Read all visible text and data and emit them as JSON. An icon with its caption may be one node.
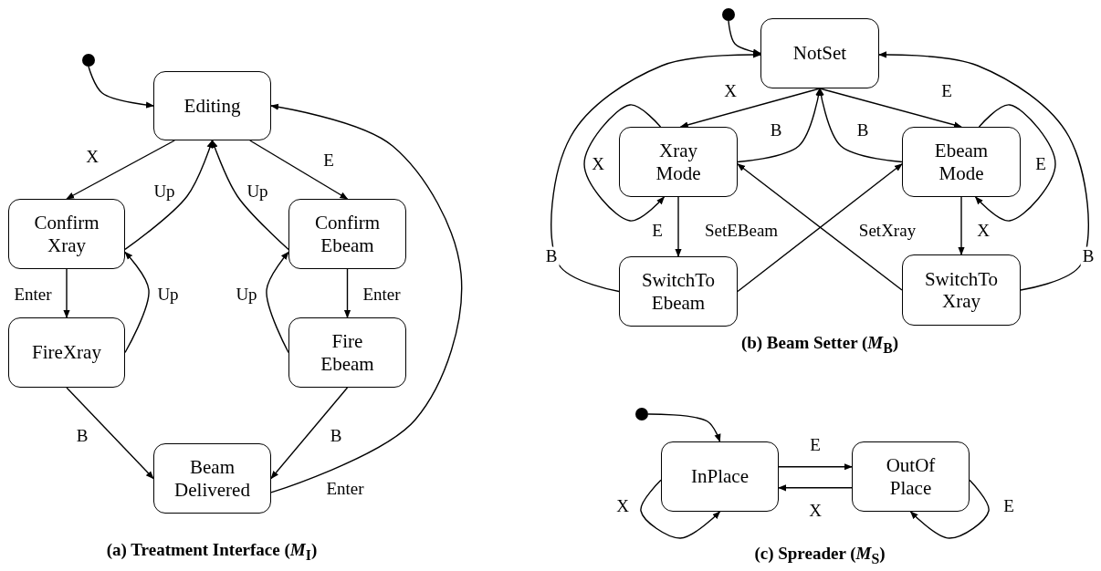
{
  "diagram": {
    "nodes": [
      {
        "text": [],
        "shape": "circle"
      },
      {
        "text": [
          "Editing"
        ]
      },
      {
        "text": [
          "Confirm Xray"
        ]
      },
      {
        "text": [
          "Confirm Ebeam"
        ]
      },
      {
        "text": [
          "FireXray"
        ]
      },
      {
        "text": [
          "Fire Ebeam"
        ]
      },
      {
        "text": [
          "Beam Delivered"
        ]
      },
      {
        "text": [],
        "shape": "circle"
      },
      {
        "text": [
          "NotSet"
        ]
      },
      {
        "text": [
          "Xray Mode"
        ]
      },
      {
        "text": [
          "Ebeam Mode"
        ]
      },
      {
        "text": [
          "SwitchTo Ebeam"
        ]
      },
      {
        "text": [
          "SwitchTo Xray"
        ]
      },
      {
        "text": [],
        "shape": "circle"
      },
      {
        "text": [
          "InPlace"
        ]
      },
      {
        "text": [
          "OutOf Place"
        ]
      }
    ],
    "edges": [
      {
        "from": 0,
        "to": 1,
        "arrow": "to"
      },
      {
        "from": 1,
        "to": 2,
        "arrow": "to",
        "label": "X"
      },
      {
        "from": 1,
        "to": 3,
        "arrow": "to",
        "label": "E"
      },
      {
        "from": 2,
        "to": 1,
        "arrow": "to",
        "label": "Up"
      },
      {
        "from": 3,
        "to": 1,
        "arrow": "to",
        "label": "Up"
      },
      {
        "from": 2,
        "to": 4,
        "arrow": "to",
        "label": "Enter"
      },
      {
        "from": 4,
        "to": 2,
        "arrow": "to",
        "label": "Up"
      },
      {
        "from": 3,
        "to": 5,
        "arrow": "to",
        "label": "Enter"
      },
      {
        "from": 5,
        "to": 3,
        "arrow": "to",
        "label": "Up"
      },
      {
        "from": 4,
        "to": 6,
        "arrow": "to",
        "label": "B"
      },
      {
        "from": 5,
        "to": 6,
        "arrow": "to",
        "label": "B"
      },
      {
        "from": 6,
        "to": 1,
        "arrow": "to",
        "label": "Enter"
      },
      {
        "from": 7,
        "to": 8,
        "arrow": "to"
      },
      {
        "from": 8,
        "to": 9,
        "arrow": "to",
        "label": "X"
      },
      {
        "from": 8,
        "to": 10,
        "arrow": "to",
        "label": "E"
      },
      {
        "from": 9,
        "to": 8,
        "arrow": "to",
        "label": "B"
      },
      {
        "from": 10,
        "to": 8,
        "arrow": "to",
        "label": "B"
      },
      {
        "from": 9,
        "to": 9,
        "arrow": "to",
        "label": "X"
      },
      {
        "from": 10,
        "to": 10,
        "arrow": "to",
        "label": "E"
      },
      {
        "from": 9,
        "to": 11,
        "arrow": "to",
        "label": "E"
      },
      {
        "from": 10,
        "to": 12,
        "arrow": "to",
        "label": "X"
      },
      {
        "from": 11,
        "to": 10,
        "arrow": "to",
        "label": "SetEBeam"
      },
      {
        "from": 12,
        "to": 9,
        "arrow": "to",
        "label": "SetXray"
      },
      {
        "from": 11,
        "to": 8,
        "arrow": "to",
        "label": "B"
      },
      {
        "from": 12,
        "to": 8,
        "arrow": "to",
        "label": "B"
      },
      {
        "from": 13,
        "to": 14,
        "arrow": "to"
      },
      {
        "from": 14,
        "to": 15,
        "arrow": "to",
        "label": "E"
      },
      {
        "from": 15,
        "to": 14,
        "arrow": "to",
        "label": "X"
      },
      {
        "from": 14,
        "to": 14,
        "arrow": "to",
        "label": "X"
      },
      {
        "from": 15,
        "to": 15,
        "arrow": "to",
        "label": "E"
      }
    ],
    "labels": [
      "(a) Treatment Interface (*M*$_{I}$)",
      "(b) Beam Setter (*M*$_{B}$)",
      "(c) Spreader (*M*$_{S}$)"
    ]
  }
}
